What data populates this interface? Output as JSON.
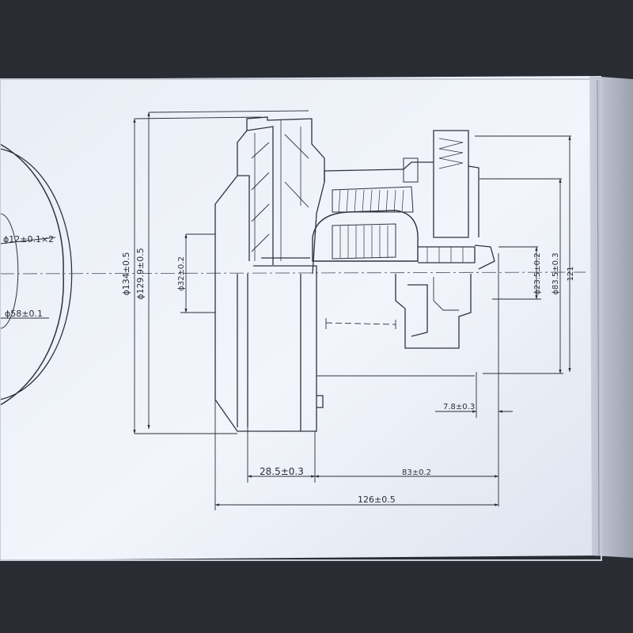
{
  "drawing": {
    "left_view": {
      "bolt_hole": "ϕ12±0.1×2",
      "bore": "ϕ58±0.1"
    },
    "vertical_dimensions": {
      "housing_outer": "ϕ134±0.5",
      "housing_inner": "ϕ129.9±0.5",
      "inlet": "ϕ32±0.2",
      "bearing_seat": "ϕ23.5±0.2",
      "end_cap": "ϕ83.5±0.3",
      "overall_height": "121"
    },
    "horizontal_dimensions": {
      "shaft_offset": "7.8±0.3",
      "fan_section": "28.5±0.3",
      "motor_body": "83±0.2",
      "overall_length": "126±0.5"
    }
  }
}
